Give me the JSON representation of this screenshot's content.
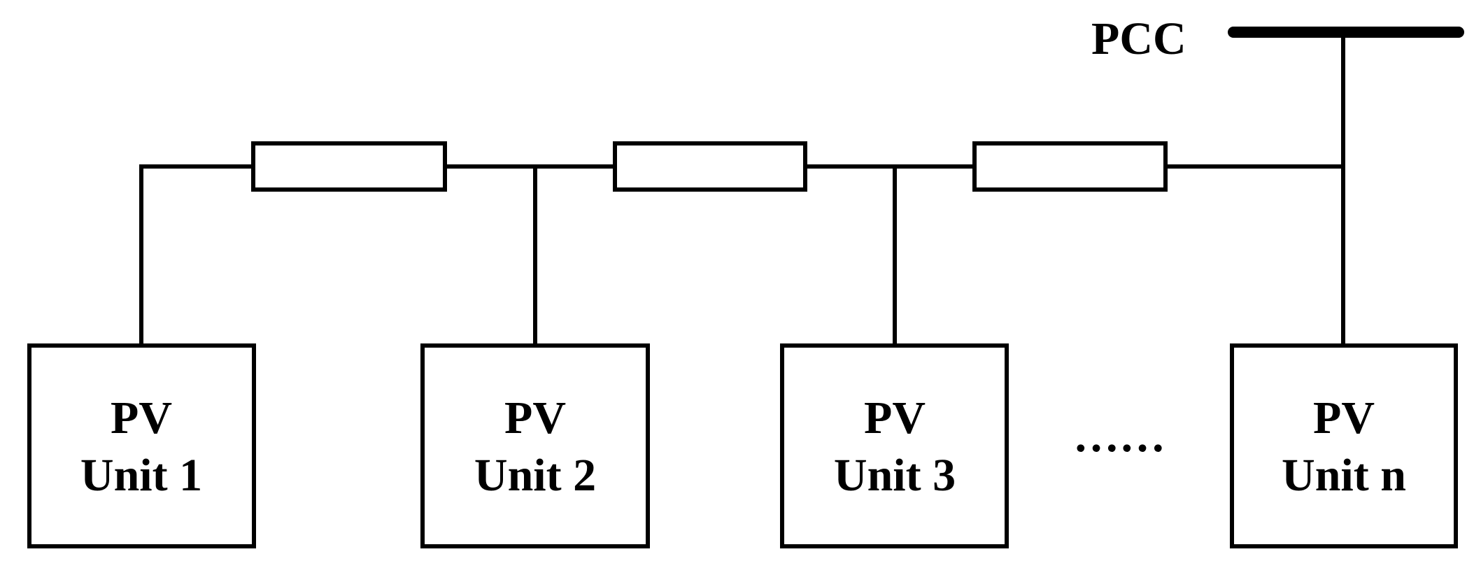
{
  "pcc": {
    "label": "PCC"
  },
  "units": [
    {
      "line1": "PV",
      "line2": "Unit 1"
    },
    {
      "line1": "PV",
      "line2": "Unit 2"
    },
    {
      "line1": "PV",
      "line2": "Unit 3"
    },
    {
      "line1": "PV",
      "line2": "Unit n"
    }
  ],
  "ellipsis": "……",
  "line_impedances": 3
}
